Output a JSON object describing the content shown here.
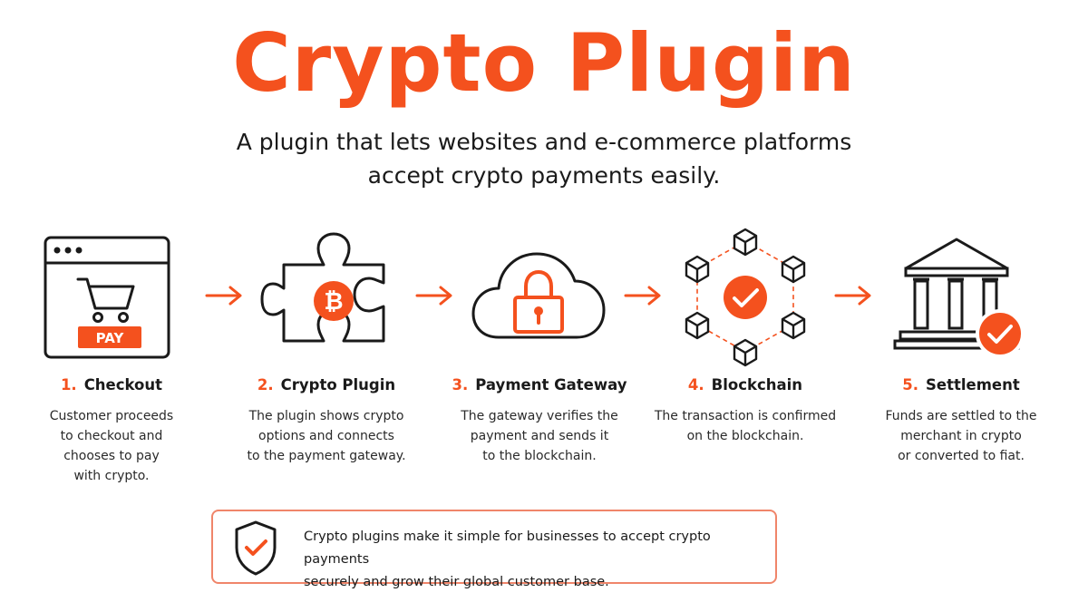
{
  "title": "Crypto Plugin",
  "subtitle": {
    "line1": "A plugin that lets websites and e-commerce platforms",
    "line2": "accept crypto payments easily."
  },
  "colors": {
    "accent": "#f4511e",
    "text": "#1a1a1a",
    "border": "#f0856a"
  },
  "steps": [
    {
      "num": "1.",
      "title": "Checkout",
      "icon": "checkout-browser-cart-icon",
      "pay_label": "PAY",
      "desc": [
        "Customer proceeds",
        "to checkout and",
        "chooses to pay",
        "with crypto."
      ]
    },
    {
      "num": "2.",
      "title": "Crypto Plugin",
      "icon": "puzzle-bitcoin-icon",
      "coin_symbol": "₿",
      "desc": [
        "The plugin shows crypto",
        "options and connects",
        "to the payment gateway."
      ]
    },
    {
      "num": "3.",
      "title": "Payment Gateway",
      "icon": "cloud-lock-icon",
      "desc": [
        "The gateway verifies the",
        "payment and sends it",
        "to the blockchain."
      ]
    },
    {
      "num": "4.",
      "title": "Blockchain",
      "icon": "blockchain-network-icon",
      "desc": [
        "The transaction is confirmed",
        "on the blockchain."
      ]
    },
    {
      "num": "5.",
      "title": "Settlement",
      "icon": "bank-check-icon",
      "desc": [
        "Funds are settled to the",
        "merchant in crypto",
        "or converted to fiat."
      ]
    }
  ],
  "note": {
    "icon": "shield-check-icon",
    "line1": "Crypto plugins make it simple for businesses to accept crypto payments",
    "line2": "securely and grow their global customer base."
  }
}
